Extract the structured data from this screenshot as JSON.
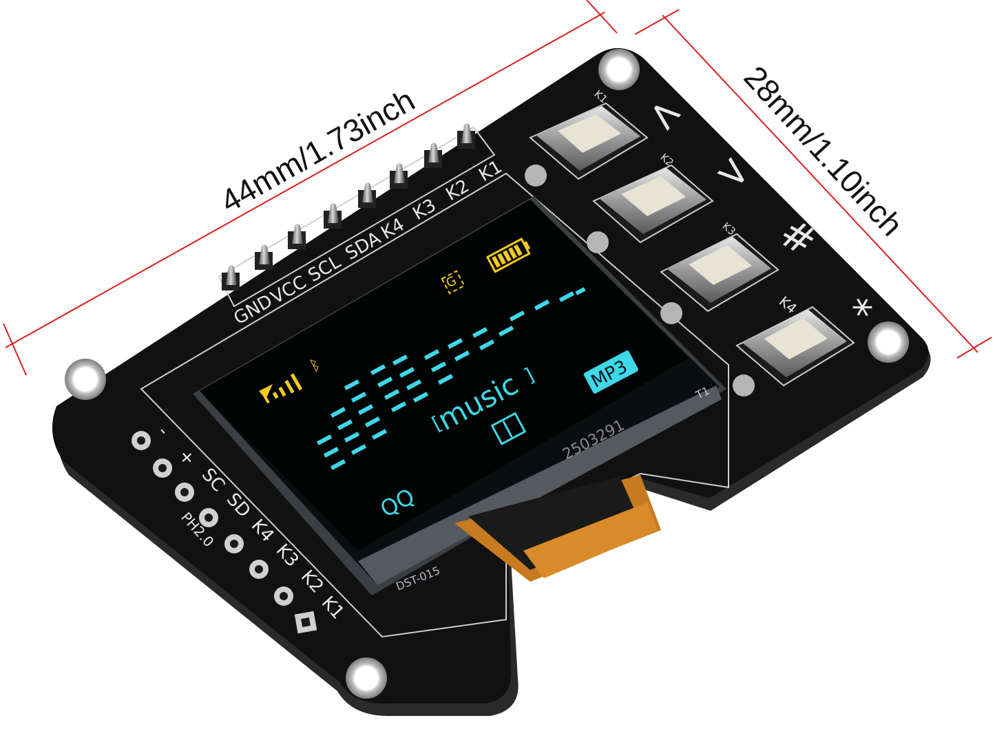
{
  "dimensions": {
    "width_label": "44mm/1.73inch",
    "height_label": "28mm/1.10inch",
    "line_color": "#d81e1e"
  },
  "header_pins": {
    "labels": [
      "GND",
      "VCC",
      "SCL",
      "SDA",
      "K4",
      "K3",
      "K2",
      "K1"
    ]
  },
  "side_pins": {
    "labels": [
      "-",
      "+",
      "SC",
      "SD",
      "K4",
      "K3",
      "K2",
      "K1"
    ],
    "pitch_label": "PH2.0"
  },
  "buttons": {
    "symbols": [
      "<",
      ">",
      "#",
      "*"
    ],
    "labels": [
      "K1",
      "K2",
      "K3",
      "K4"
    ]
  },
  "oled": {
    "brand_text": "music",
    "badge_text": "MP3",
    "qq_text": "QQ",
    "g_text": "G",
    "cyan": "#3ed8e8",
    "yellow": "#f2cc1a"
  },
  "flex": {
    "part_code": "DST-015",
    "serial": "2503291",
    "t1_label": "T1",
    "color": "#d98b2a"
  },
  "colors": {
    "pcb": "#111111",
    "silkscreen": "#e8e8e8",
    "screen": "#020303"
  }
}
